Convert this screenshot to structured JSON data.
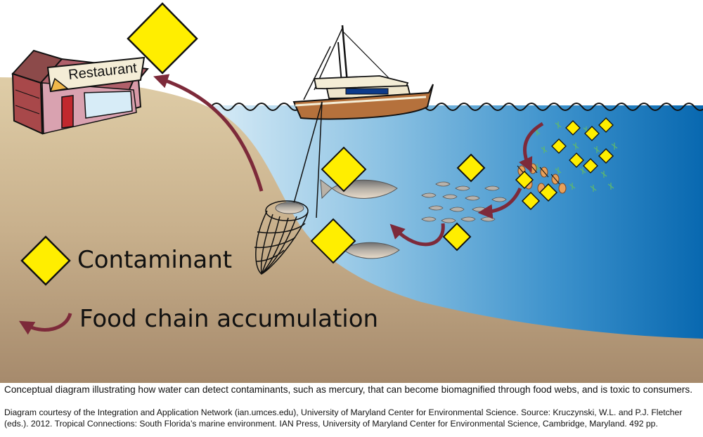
{
  "diagram": {
    "restaurant_sign": "Restaurant",
    "legend": {
      "contaminant_label": "Contaminant",
      "food_chain_label": "Food chain accumulation"
    },
    "colors": {
      "water_light": "#cfe6f4",
      "water_dark": "#0a6fb5",
      "sand_light": "#dcc9a3",
      "sand_dark": "#a98c6e",
      "contaminant_fill": "#ffee00",
      "arrow": "#7d2a3a",
      "plankton": "#5fb86c"
    }
  },
  "caption": {
    "main": "Conceptual diagram illustrating how water can detect contaminants, such as mercury, that can become biomagnified through food webs, and is toxic to consumers.",
    "credit": "Diagram courtesy of the Integration and Application Network (ian.umces.edu), University of Maryland Center for Environmental Science. Source: Kruczynski, W.L. and P.J. Fletcher (eds.). 2012. Tropical Connections: South Florida’s marine environment. IAN Press, University of Maryland Center for Environmental Science, Cambridge, Maryland. 492 pp."
  }
}
